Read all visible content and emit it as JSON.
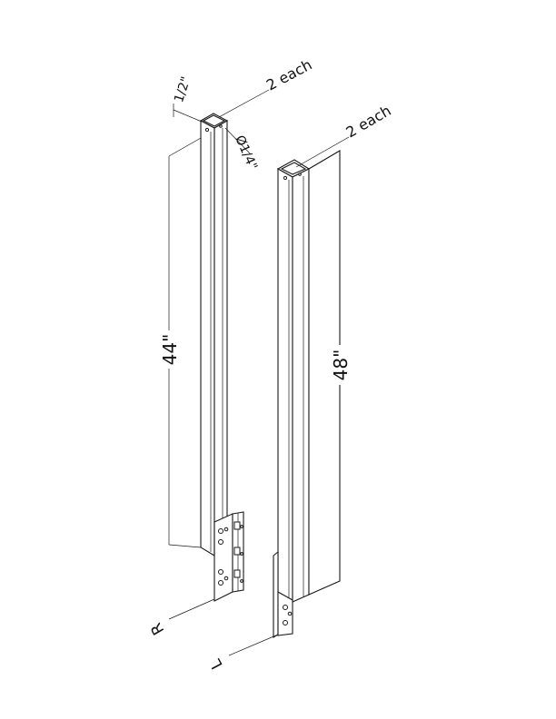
{
  "parts": {
    "left_post": {
      "length": "44\"",
      "quantity": "2 each",
      "profile": "1/2\"",
      "hole_diameter": "Ø1/4\"",
      "side_marker": "R"
    },
    "right_post": {
      "length": "48\"",
      "quantity": "2 each",
      "side_marker": "L"
    }
  }
}
